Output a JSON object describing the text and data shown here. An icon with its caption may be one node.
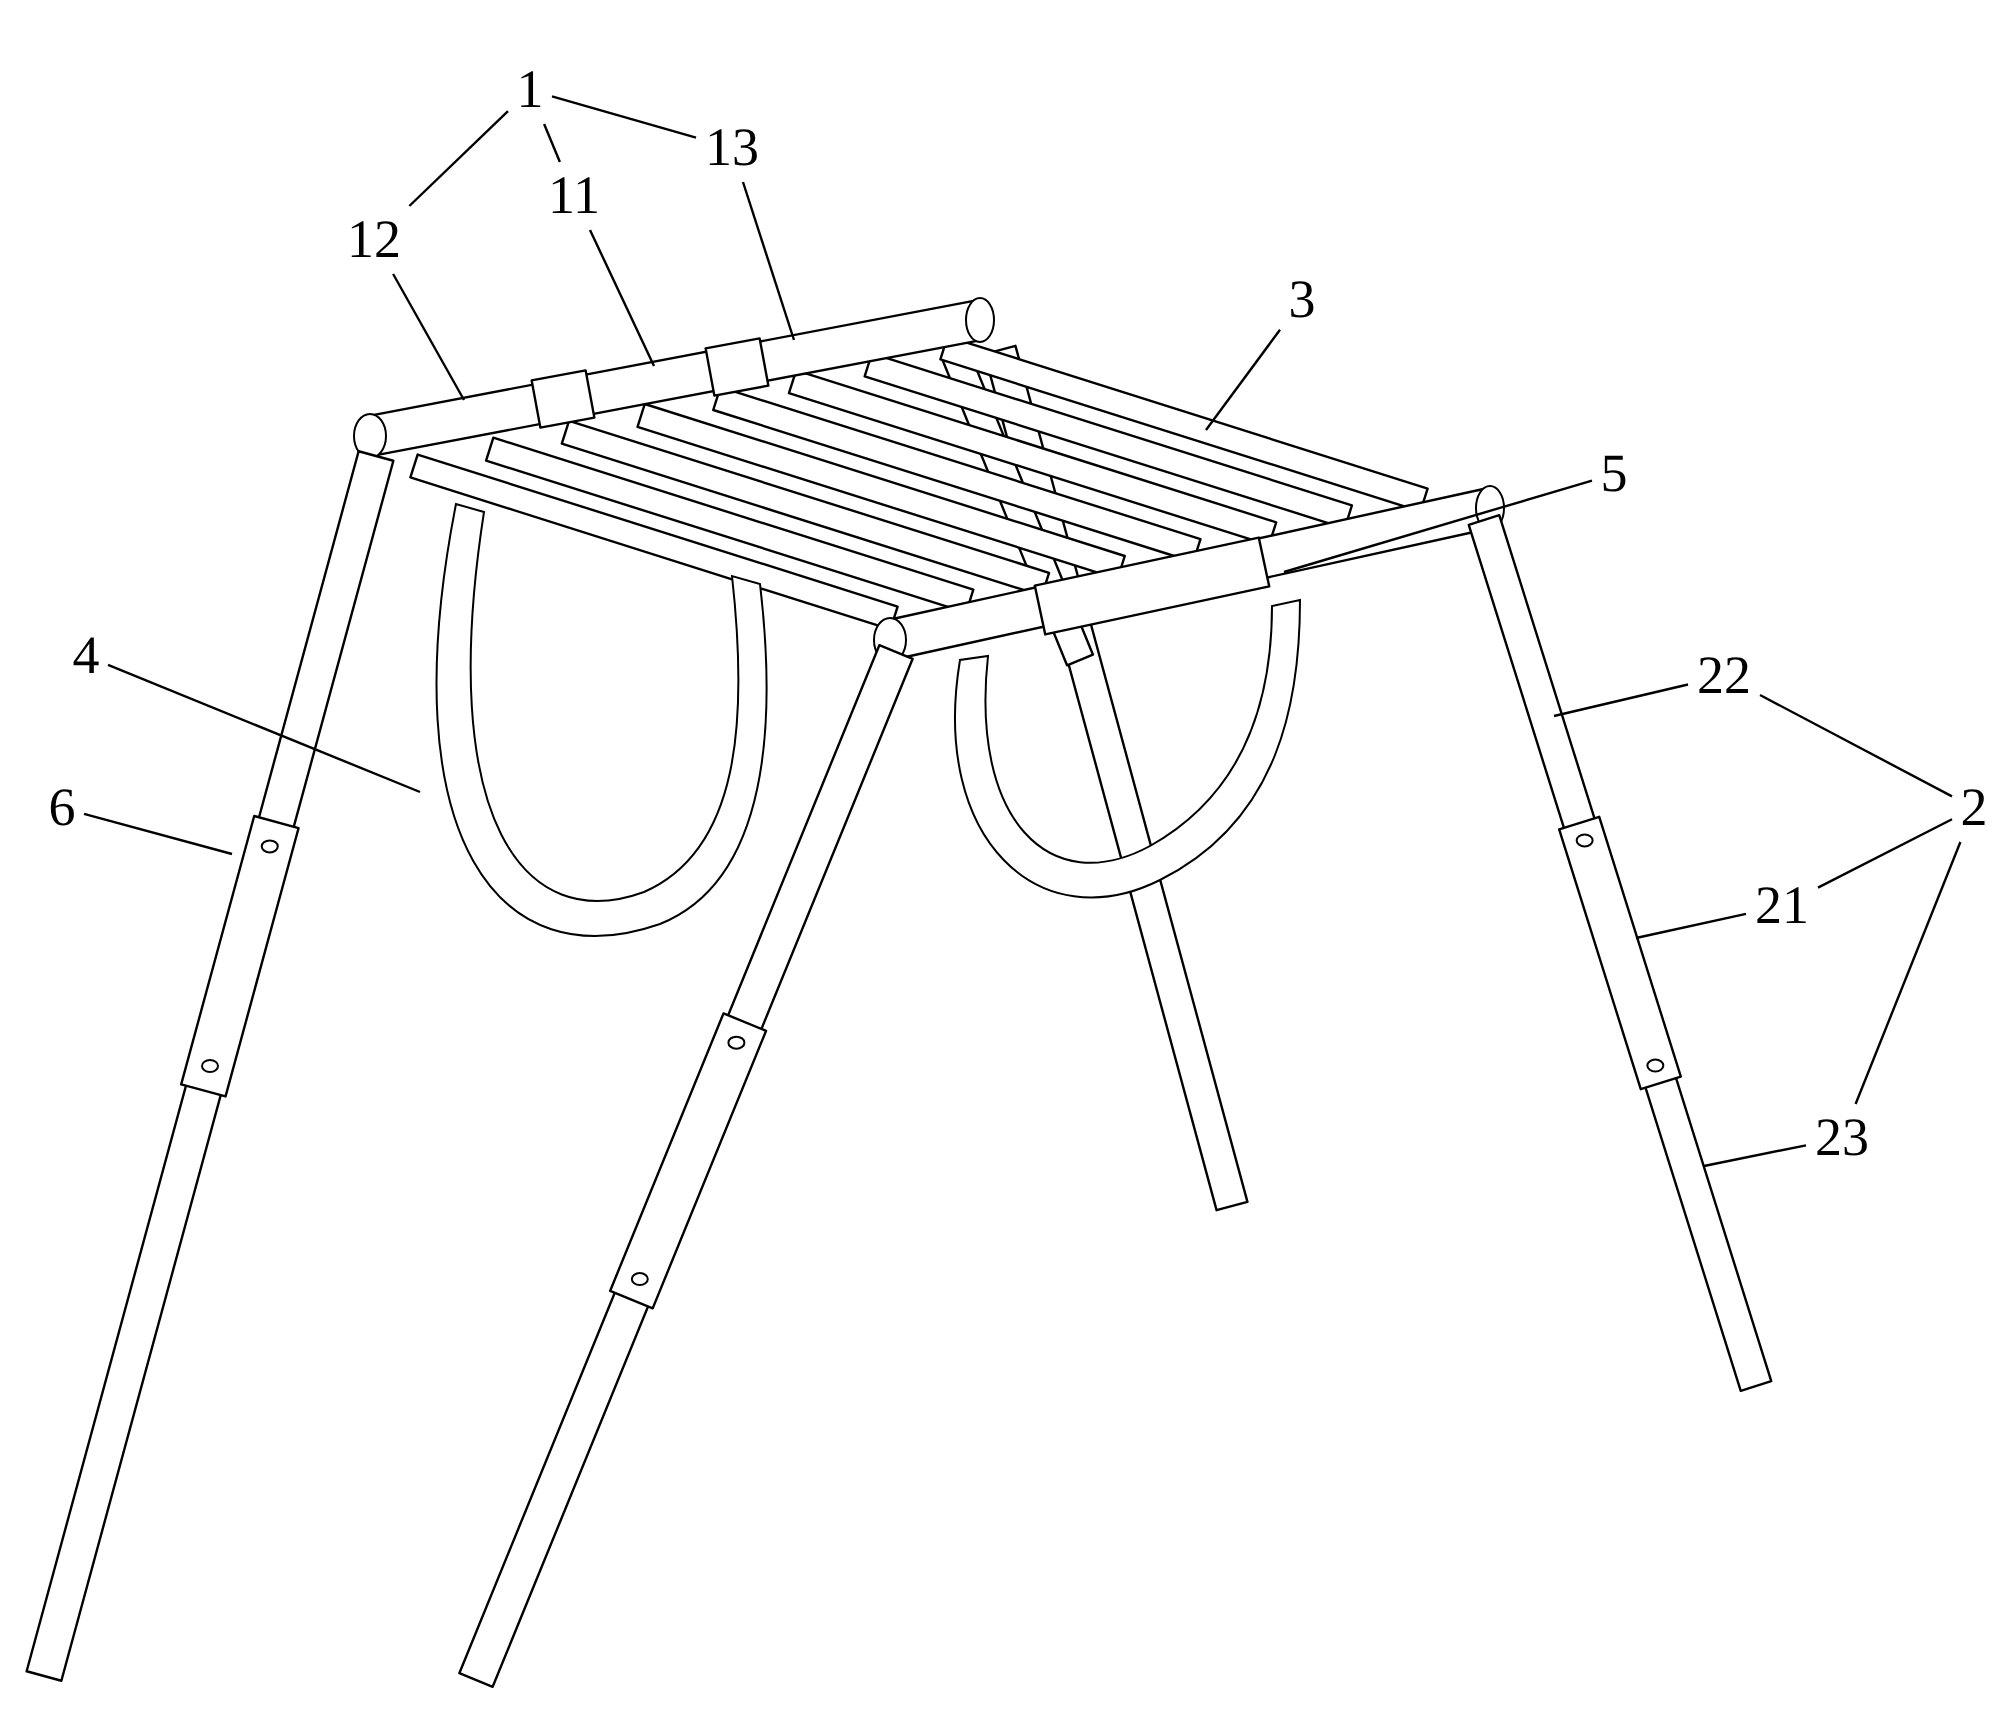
{
  "diagram": {
    "nodes": [
      {
        "text": [
          "1"
        ]
      },
      {
        "text": [
          "13"
        ]
      },
      {
        "text": [
          "12"
        ]
      },
      {
        "text": [
          "11"
        ]
      },
      {
        "text": [
          "3"
        ]
      },
      {
        "text": [
          "5"
        ]
      },
      {
        "text": [
          "4"
        ]
      },
      {
        "text": [
          "22"
        ]
      },
      {
        "text": [
          "6"
        ]
      },
      {
        "text": [
          "2"
        ]
      },
      {
        "text": [
          "21"
        ]
      },
      {
        "text": [
          "23"
        ]
      }
    ],
    "edges": [
      {
        "from": 0,
        "to": 2,
        "arrow": "none"
      },
      {
        "from": 0,
        "to": 3,
        "arrow": "none"
      },
      {
        "from": 0,
        "to": 1,
        "arrow": "none"
      },
      {
        "from": 1,
        "to": null,
        "arrow": "none"
      },
      {
        "from": 2,
        "to": null,
        "arrow": "none"
      },
      {
        "from": 3,
        "to": null,
        "arrow": "none"
      },
      {
        "from": 4,
        "to": null,
        "arrow": "none"
      },
      {
        "from": 5,
        "to": null,
        "arrow": "none"
      },
      {
        "from": 6,
        "to": null,
        "arrow": "none"
      },
      {
        "from": 7,
        "to": null,
        "arrow": "none"
      },
      {
        "from": 8,
        "to": null,
        "arrow": "none"
      },
      {
        "from": 9,
        "to": 7,
        "arrow": "none"
      },
      {
        "from": 9,
        "to": 10,
        "arrow": "none"
      },
      {
        "from": 9,
        "to": 11,
        "arrow": "none"
      },
      {
        "from": 10,
        "to": null,
        "arrow": "none"
      },
      {
        "from": 11,
        "to": null,
        "arrow": "none"
      }
    ]
  }
}
